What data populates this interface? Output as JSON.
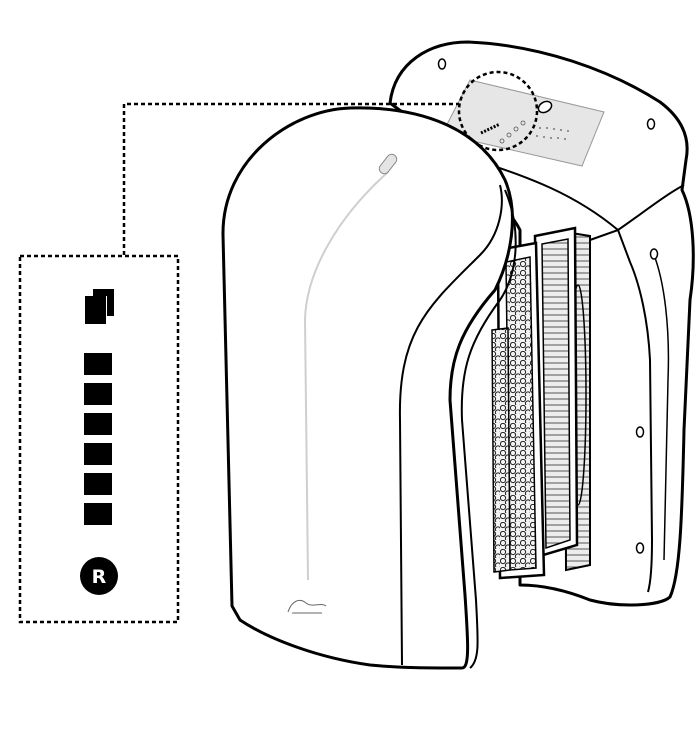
{
  "figure": {
    "subject": "air-purifier-filter-replacement",
    "indicator_panel": {
      "filter_icon": "filter-replace-icon",
      "level_segments": 6,
      "reset_button_label": "R"
    },
    "colors": {
      "stroke": "#000000",
      "panel_fill": "#e6e6e6",
      "filter_fill": "#d9d9d9",
      "background": "#ffffff"
    }
  }
}
